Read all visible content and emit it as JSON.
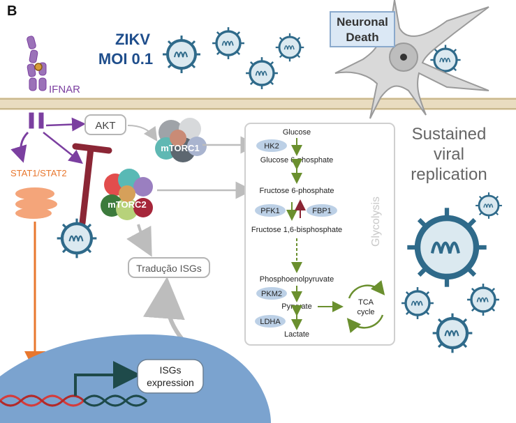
{
  "panel_label": "B",
  "virus": {
    "line1": "ZIKV",
    "line2": "MOI 0.1"
  },
  "neuronal_death": {
    "line1": "Neuronal",
    "line2": "Death"
  },
  "receptor": {
    "label": "IFNAR"
  },
  "akt": {
    "label": "AKT"
  },
  "mtorc1": {
    "label": "mTORC1"
  },
  "mtorc2": {
    "label": "mTORC2"
  },
  "stat": {
    "label": "STAT1/STAT2"
  },
  "translation": {
    "label": "Tradução ISGs"
  },
  "isgs": {
    "line1": "ISGs",
    "line2": "expression"
  },
  "sustained": {
    "line1": "Sustained",
    "line2": "viral",
    "line3": "replication"
  },
  "glycolysis": {
    "title": "Glycolysis",
    "glucose": "Glucose",
    "hk2": "HK2",
    "g6p": "Glucose 6-phosphate",
    "f6p": "Fructose 6-phosphate",
    "pfk1": "PFK1",
    "fbp1": "FBP1",
    "f16bp": "Fructose 1,6-bisphosphate",
    "pep": "Phosphoenolpyruvate",
    "pkm2": "PKM2",
    "pyruvate": "Pyruvate",
    "ldha": "LDHA",
    "lactate": "Lactate",
    "tca_line1": "TCA",
    "tca_line2": "cycle"
  },
  "colors": {
    "purple": "#7b3fa0",
    "orange": "#e8772e",
    "navy": "#1f4e8c",
    "green": "#6a8f2e",
    "membrane": "#e9dcc0",
    "nucleus": "#7ba3cf",
    "virus": "#2f6a8a"
  }
}
